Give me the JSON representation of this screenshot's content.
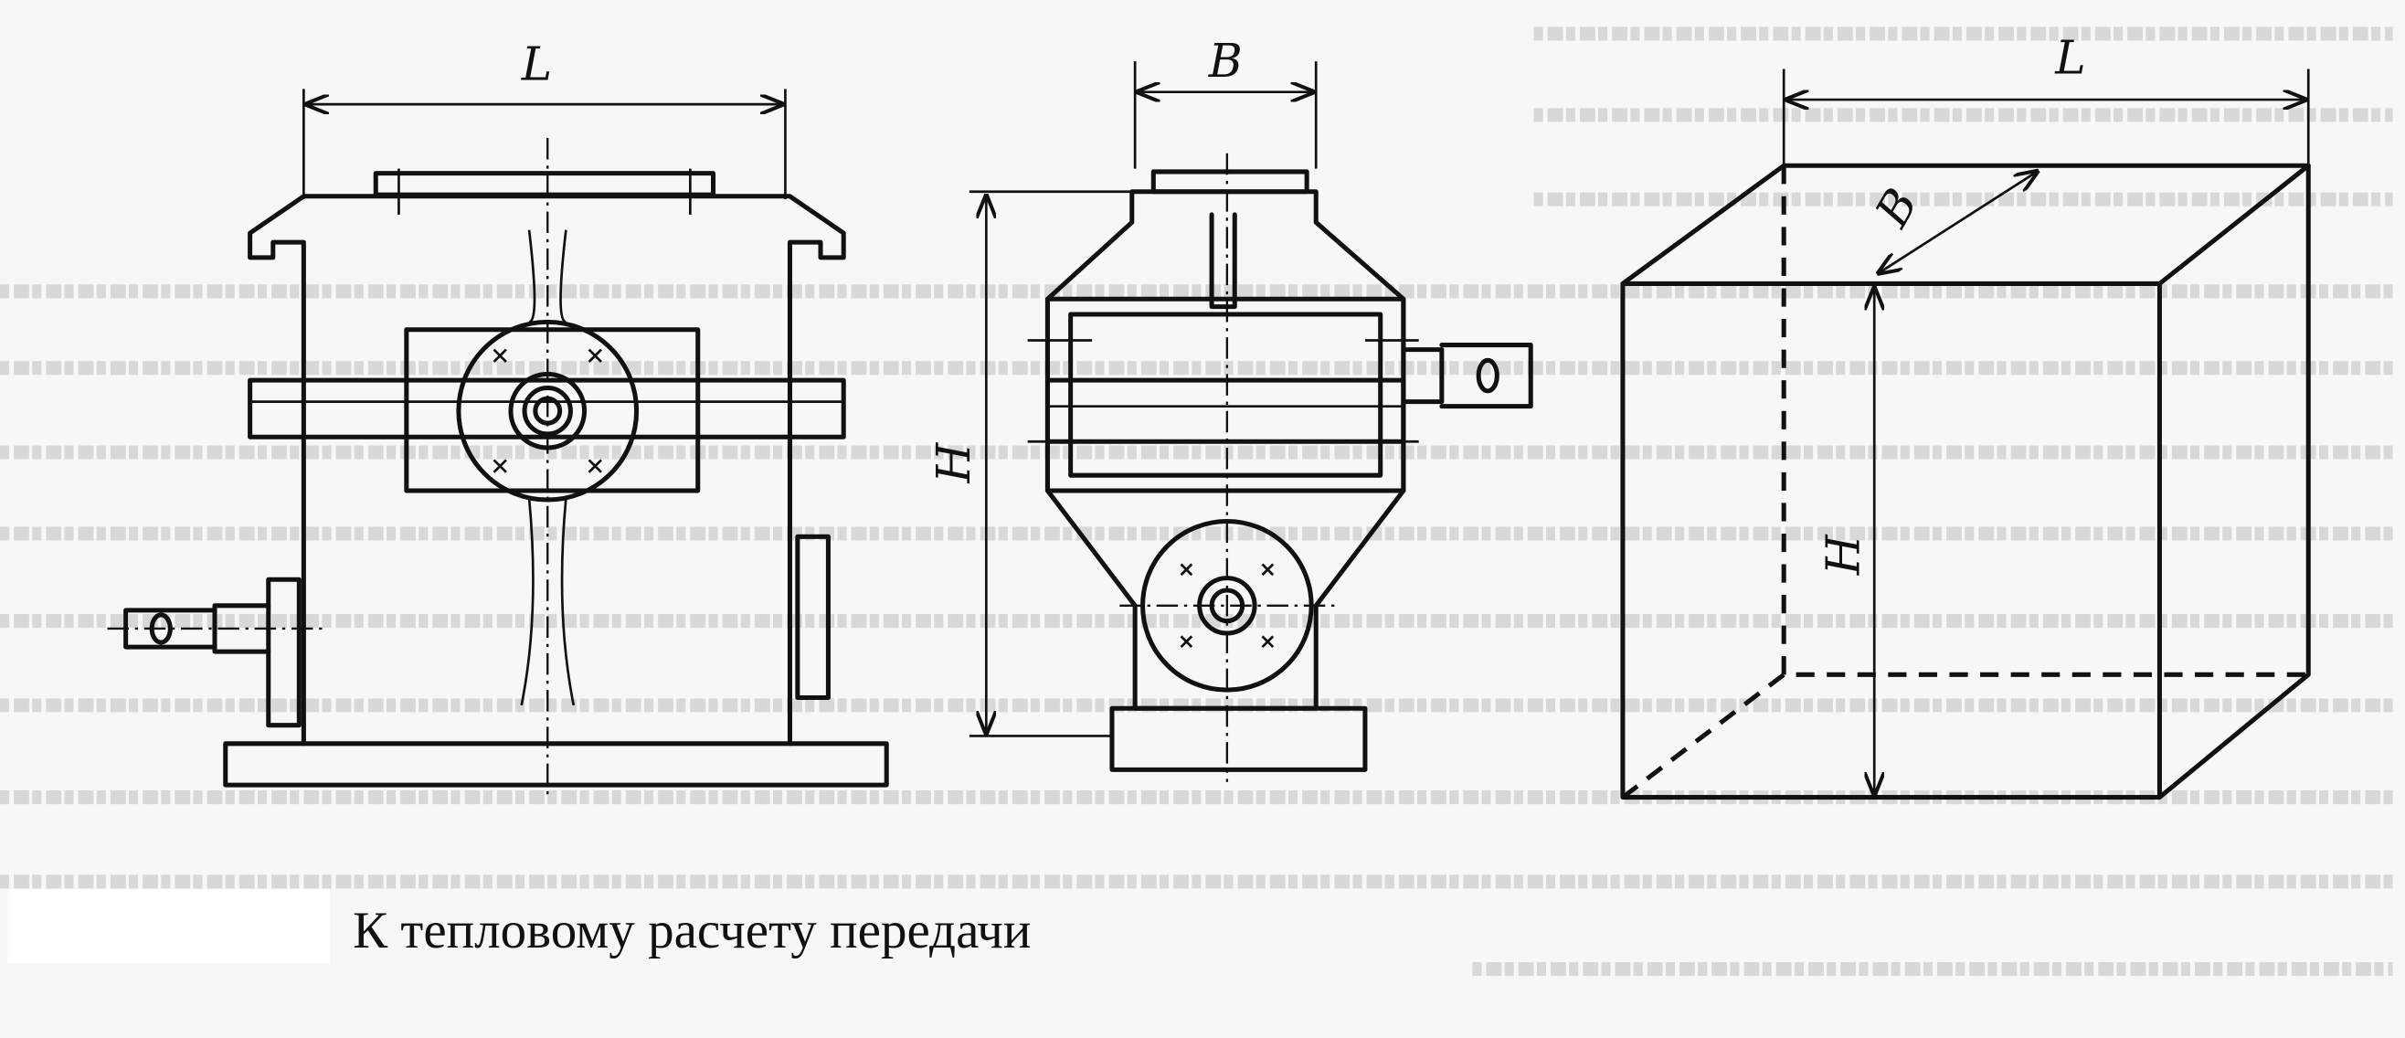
{
  "figure": {
    "caption": "К тепловому расчету передачи",
    "front_view": {
      "dimension_label": "L"
    },
    "side_view": {
      "width_label": "B",
      "height_label": "H"
    },
    "box_model": {
      "length_label": "L",
      "width_label": "B",
      "height_label": "H"
    }
  }
}
